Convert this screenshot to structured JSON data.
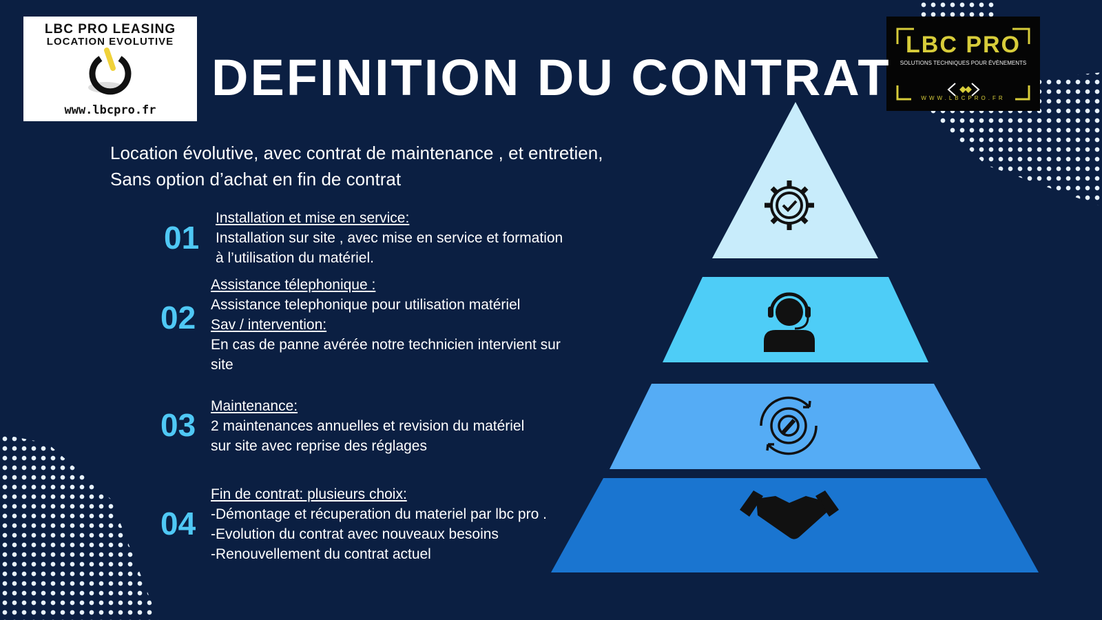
{
  "title": "DEFINITION DU CONTRAT",
  "subtitle": [
    "Location évolutive, avec contrat de maintenance , et entretien,",
    "Sans option d’achat en fin de contrat"
  ],
  "logo_left": {
    "line1": "LBC PRO LEASING",
    "line2": "LOCATION EVOLUTIVE",
    "url": "www.lbcpro.fr"
  },
  "logo_right": {
    "name": "LBC PRO",
    "tagline": "SOLUTIONS TECHNIQUES POUR ÉVÈNEMENTS",
    "url": "WWW.LBCPRO.FR"
  },
  "items": [
    {
      "number": "01",
      "lines": [
        {
          "text": "Installation et mise en service:",
          "heading": true
        },
        {
          "text": "Installation sur site , avec mise en service et formation"
        },
        {
          "text": "à l’utilisation du matériel."
        }
      ]
    },
    {
      "number": "02",
      "lines": [
        {
          "text": "Assistance télephonique :",
          "heading": true
        },
        {
          "text": "Assistance telephonique pour utilisation matériel"
        },
        {
          "text": "Sav / intervention:",
          "heading": true
        },
        {
          "text": "En cas de panne avérée notre technicien intervient sur"
        },
        {
          "text": "site"
        }
      ]
    },
    {
      "number": "03",
      "lines": [
        {
          "text": "Maintenance:",
          "heading": true
        },
        {
          "text": "2 maintenances annuelles et revision du matériel"
        },
        {
          "text": "sur site avec reprise des réglages"
        }
      ]
    },
    {
      "number": "04",
      "lines": [
        {
          "text": "Fin de contrat: plusieurs choix:",
          "heading": true
        },
        {
          "text": "-Démontage et récuperation du materiel par lbc pro ."
        },
        {
          "text": "-Evolution du contrat avec nouveaux besoins"
        },
        {
          "text": "-Renouvellement du contrat actuel"
        }
      ]
    }
  ],
  "pyramid": [
    {
      "icon": "gear-check-icon",
      "color": "#c8ecfb"
    },
    {
      "icon": "support-agent-icon",
      "color": "#4ecdf7"
    },
    {
      "icon": "maintenance-cycle-icon",
      "color": "#55acf5"
    },
    {
      "icon": "handshake-icon",
      "color": "#1a75d0"
    }
  ]
}
